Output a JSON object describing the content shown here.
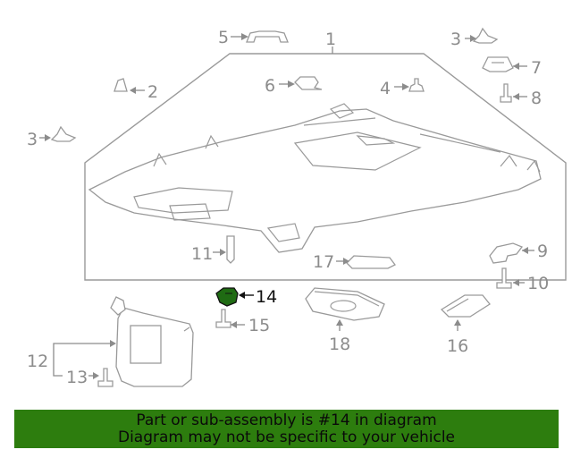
{
  "diagram": {
    "callouts": [
      {
        "number": "1",
        "part": "headliner-panel"
      },
      {
        "number": "2",
        "part": "retainer"
      },
      {
        "number": "3",
        "part": "clip"
      },
      {
        "number": "3",
        "part": "clip"
      },
      {
        "number": "4",
        "part": "push-pin"
      },
      {
        "number": "5",
        "part": "bracket-clip"
      },
      {
        "number": "6",
        "part": "clip"
      },
      {
        "number": "7",
        "part": "lamp-base"
      },
      {
        "number": "8",
        "part": "screw"
      },
      {
        "number": "9",
        "part": "bracket"
      },
      {
        "number": "10",
        "part": "screw"
      },
      {
        "number": "11",
        "part": "bolt"
      },
      {
        "number": "12",
        "part": "sun-visor"
      },
      {
        "number": "13",
        "part": "screw"
      },
      {
        "number": "14",
        "part": "highlighted-part"
      },
      {
        "number": "15",
        "part": "screw"
      },
      {
        "number": "16",
        "part": "lamp-lens"
      },
      {
        "number": "17",
        "part": "bracket"
      },
      {
        "number": "18",
        "part": "dome-lamp"
      }
    ],
    "highlighted_part": "14",
    "colors": {
      "line": "#9a9a9a",
      "label": "#8c8c8c",
      "highlight_fill": "#1f6b13",
      "banner_bg": "#2d7d0e"
    }
  },
  "banner": {
    "line1": "Part or sub-assembly is #14 in diagram",
    "line2": "Diagram may not be specific to your vehicle"
  }
}
